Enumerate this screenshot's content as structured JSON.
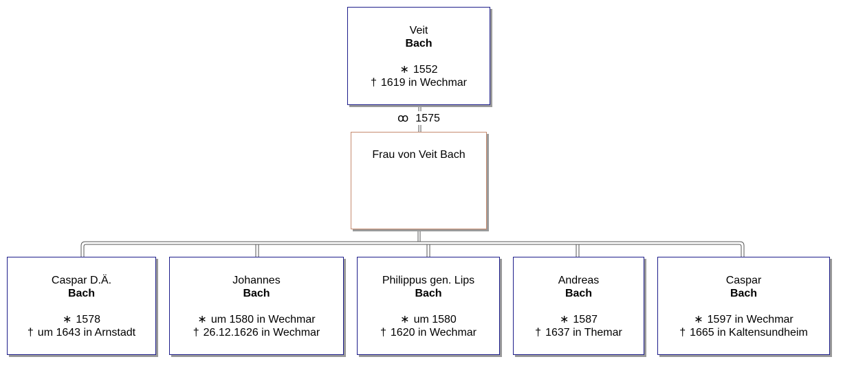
{
  "parent": {
    "first": "Veit",
    "last": "Bach",
    "birth_symbol": "∗",
    "birth": "1552",
    "death_symbol": "†",
    "death": "1619 in Wechmar"
  },
  "marriage": {
    "symbol": "ꝏ",
    "year": "1575"
  },
  "spouse": {
    "name": "Frau von Veit Bach"
  },
  "children": [
    {
      "first": "Caspar D.Ä.",
      "last": "Bach",
      "birth_symbol": "∗",
      "birth": "1578",
      "death_symbol": "†",
      "death": "um 1643 in Arnstadt"
    },
    {
      "first": "Johannes",
      "last": "Bach",
      "birth_symbol": "∗",
      "birth": "um 1580 in Wechmar",
      "death_symbol": "†",
      "death": "26.12.1626 in Wechmar"
    },
    {
      "first": "Philippus gen. Lips",
      "last": "Bach",
      "birth_symbol": "∗",
      "birth": "um 1580",
      "death_symbol": "†",
      "death": "1620 in Wechmar"
    },
    {
      "first": "Andreas",
      "last": "Bach",
      "birth_symbol": "∗",
      "birth": "1587",
      "death_symbol": "†",
      "death": "1637 in Themar"
    },
    {
      "first": "Caspar",
      "last": "Bach",
      "birth_symbol": "∗",
      "birth": "1597 in Wechmar",
      "death_symbol": "†",
      "death": "1665 in Kaltensundheim"
    }
  ],
  "colors": {
    "male_border": "#1c1c8a",
    "female_border": "#c58a6e",
    "shadow": "#9a9a9a",
    "line": "#555555"
  }
}
